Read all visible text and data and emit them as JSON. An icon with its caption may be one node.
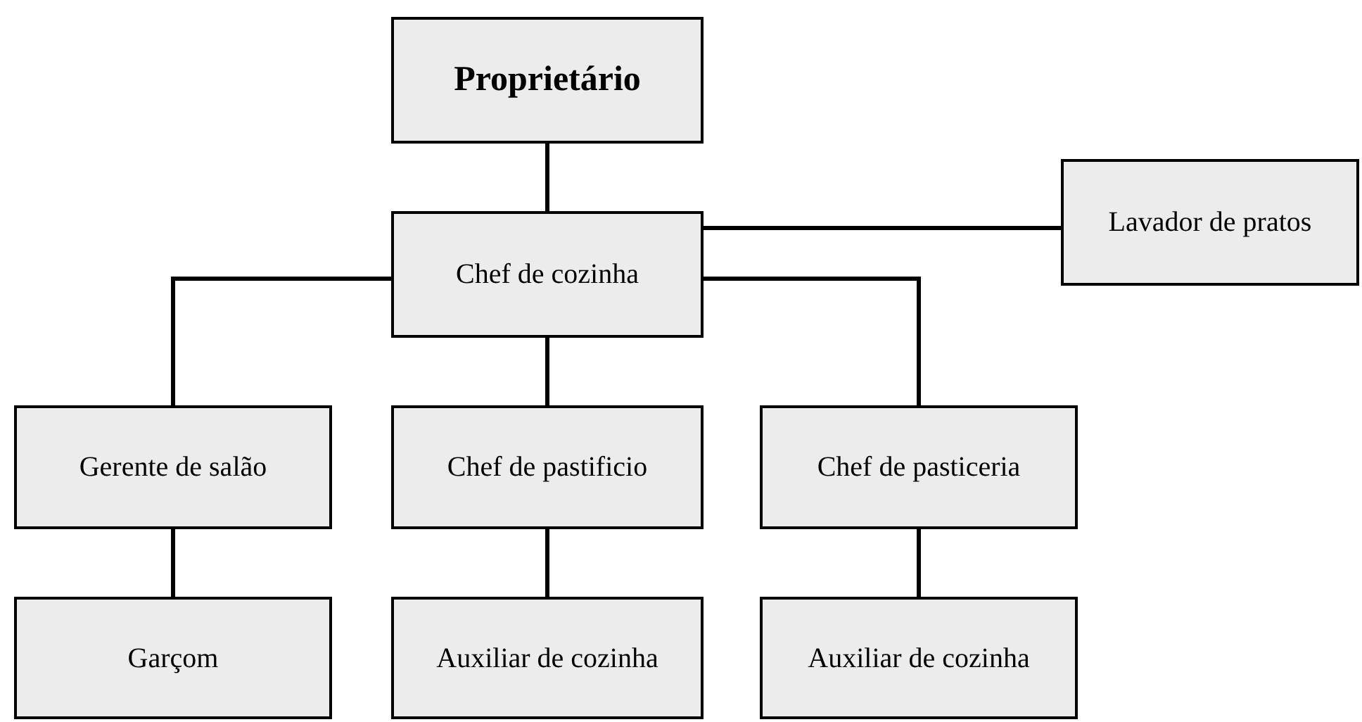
{
  "diagram": {
    "nodes": [
      {
        "text": [
          "Proprietário"
        ]
      },
      {
        "text": [
          "Chef de cozinha"
        ]
      },
      {
        "text": [
          "Lavador de pratos"
        ]
      },
      {
        "text": [
          "Gerente de salão"
        ]
      },
      {
        "text": [
          "Chef de pastificio"
        ]
      },
      {
        "text": [
          "Chef de pasticeria"
        ]
      },
      {
        "text": [
          "Garçom"
        ]
      },
      {
        "text": [
          "Auxiliar de cozinha"
        ]
      },
      {
        "text": [
          "Auxiliar de cozinha"
        ]
      }
    ],
    "edges": [
      {
        "from": 0,
        "to": 1,
        "arrow": "none"
      },
      {
        "from": 1,
        "to": 2,
        "arrow": "none"
      },
      {
        "from": 1,
        "to": 3,
        "arrow": "none"
      },
      {
        "from": 1,
        "to": 4,
        "arrow": "none"
      },
      {
        "from": 1,
        "to": 5,
        "arrow": "none"
      },
      {
        "from": 3,
        "to": 6,
        "arrow": "none"
      },
      {
        "from": 4,
        "to": 7,
        "arrow": "none"
      },
      {
        "from": 5,
        "to": 8,
        "arrow": "none"
      }
    ]
  }
}
